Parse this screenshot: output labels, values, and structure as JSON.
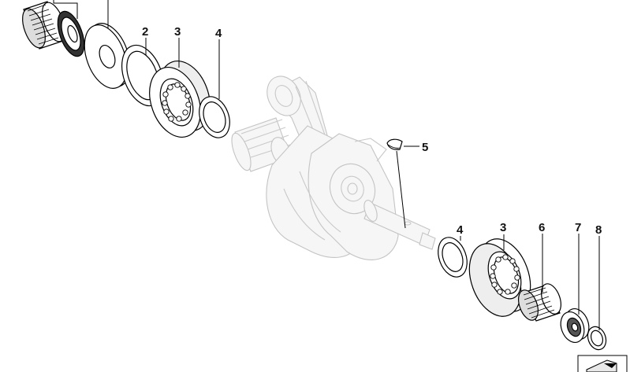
{
  "diagram": {
    "callouts": {
      "spacer_left": "2",
      "bearing_left": "3",
      "shim_left": "4",
      "key": "5",
      "shim_right": "4",
      "bearing_right": "3",
      "needle_bearing_right": "6",
      "ball_bearing": "7",
      "washer_right": "8"
    }
  }
}
